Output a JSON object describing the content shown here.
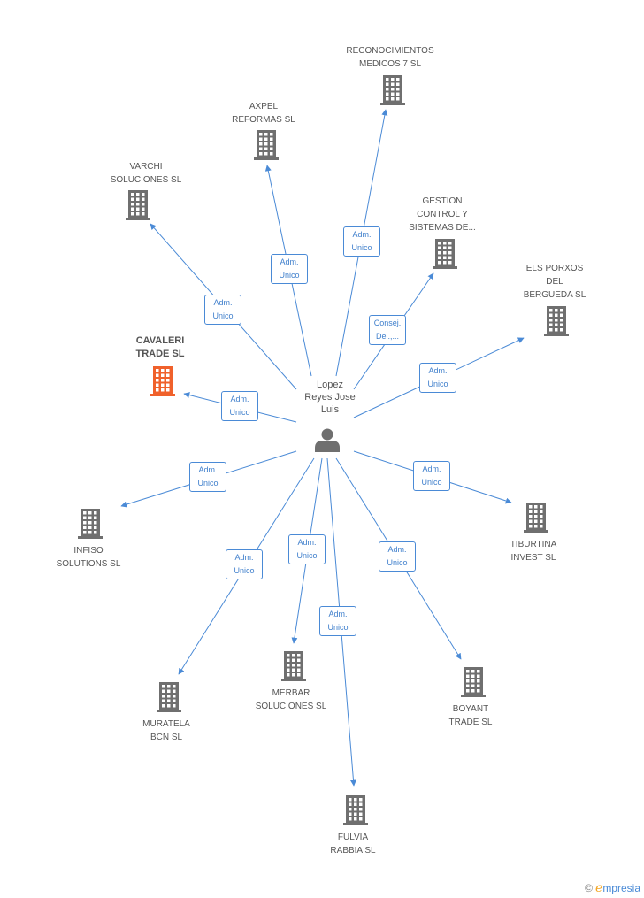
{
  "center": {
    "name": "Lopez\nReyes Jose\nLuis",
    "icon": "person-icon"
  },
  "colors": {
    "edge": "#4a8ad6",
    "building": "#6f6f6f",
    "highlight": "#f0612b"
  },
  "companies": [
    {
      "id": "reconocimientos",
      "name": "RECONOCIMIENTOS\nMEDICOS 7 SL",
      "role": "Adm.\nUnico",
      "highlight": false
    },
    {
      "id": "axpel",
      "name": "AXPEL\nREFORMAS SL",
      "role": "Adm.\nUnico",
      "highlight": false
    },
    {
      "id": "varchi",
      "name": "VARCHI\nSOLUCIONES SL",
      "role": "Adm.\nUnico",
      "highlight": false
    },
    {
      "id": "gestion",
      "name": "GESTION\nCONTROL Y\nSISTEMAS DE...",
      "role": "Consej.\nDel.,...",
      "highlight": false
    },
    {
      "id": "elsporxos",
      "name": "ELS PORXOS\nDEL\nBERGUEDA SL",
      "role": "Adm.\nUnico",
      "highlight": false
    },
    {
      "id": "cavaleri",
      "name": "CAVALERI\nTRADE SL",
      "role": "Adm.\nUnico",
      "highlight": true
    },
    {
      "id": "infiso",
      "name": "INFISO\nSOLUTIONS SL",
      "role": "Adm.\nUnico",
      "highlight": false
    },
    {
      "id": "tiburtina",
      "name": "TIBURTINA\nINVEST SL",
      "role": "Adm.\nUnico",
      "highlight": false
    },
    {
      "id": "muratela",
      "name": "MURATELA\nBCN SL",
      "role": "Adm.\nUnico",
      "highlight": false
    },
    {
      "id": "merbar",
      "name": "MERBAR\nSOLUCIONES SL",
      "role": "Adm.\nUnico",
      "highlight": false
    },
    {
      "id": "boyant",
      "name": "BOYANT\nTRADE SL",
      "role": "Adm.\nUnico",
      "highlight": false
    },
    {
      "id": "fulvia",
      "name": "FULVIA\nRABBIA  SL",
      "role": "Adm.\nUnico",
      "highlight": false
    }
  ],
  "watermark": {
    "copyright": "©",
    "brand_initial": "e",
    "brand_rest": "mpresia"
  }
}
